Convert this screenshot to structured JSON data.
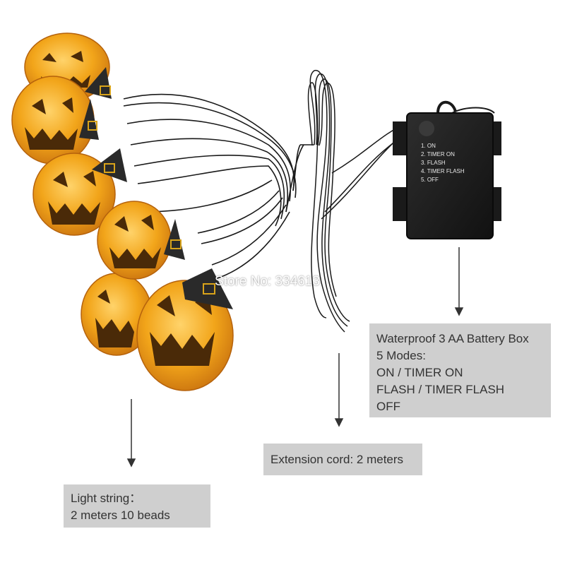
{
  "watermark": "Store No: 334613",
  "battery_box": {
    "modes": [
      "1. ON",
      "2. TIMER ON",
      "3. FLASH",
      "4. TIMER FLASH",
      "5. OFF"
    ]
  },
  "callouts": {
    "battery": {
      "line1": "Waterproof 3 AA Battery Box",
      "line2": "5 Modes:",
      "line3": "ON / TIMER ON",
      "line4": "FLASH / TIMER FLASH",
      "line5": "OFF"
    },
    "cord": {
      "line1": "Extension cord: 2 meters"
    },
    "light": {
      "line1": "Light string：",
      "line2": "2 meters 10 beads"
    }
  },
  "colors": {
    "pumpkin": "#f2a51a",
    "pumpkin_dark": "#c9720f",
    "hat": "#2a2a2a",
    "wire": "#1a1a1a",
    "box": "#1c1c1c",
    "callout_bg": "#cfcfcf",
    "callout_text": "#333333"
  }
}
